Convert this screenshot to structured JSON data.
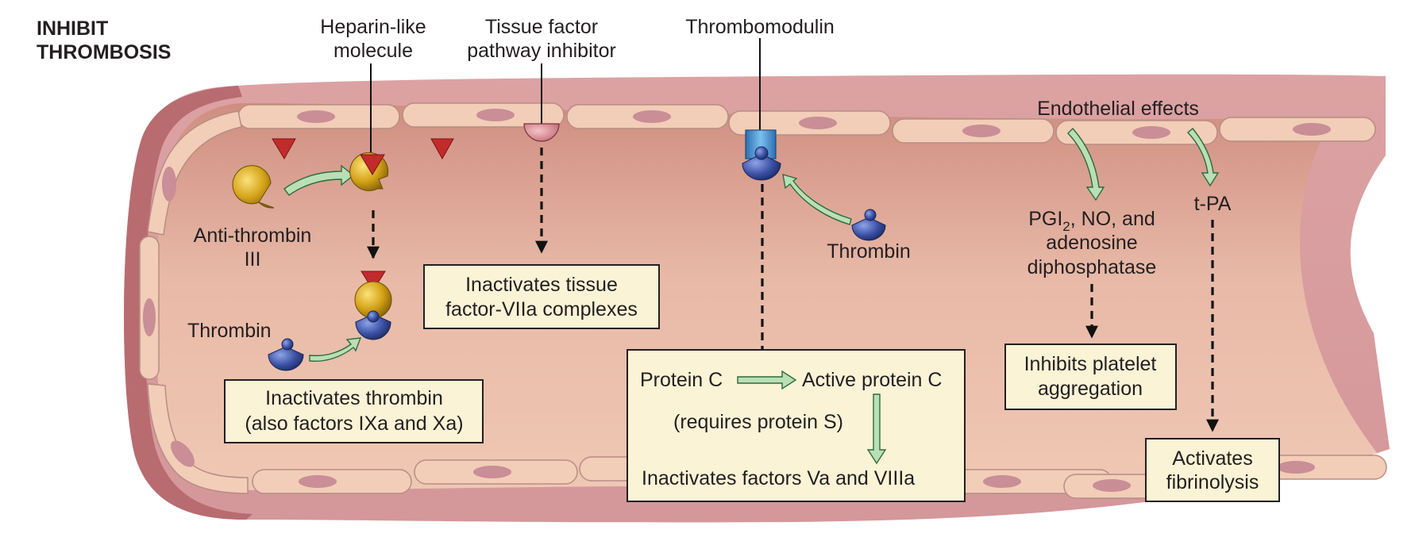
{
  "title": {
    "line1": "INHIBIT",
    "line2": "THROMBOSIS"
  },
  "labels": {
    "heparin": [
      "Heparin-like",
      "molecule"
    ],
    "tfpi": [
      "Tissue factor",
      "pathway inhibitor"
    ],
    "thrombomodulin": "Thrombomodulin",
    "endothelial_effects": "Endothelial effects",
    "antithrombin": [
      "Anti-thrombin",
      "III"
    ],
    "thrombin_left": "Thrombin",
    "thrombin_right": "Thrombin",
    "pgi2": {
      "prefix": "PGI",
      "subscript": "2",
      "suffix": ", NO, and",
      "line2": "adenosine",
      "line3": "diphosphatase"
    },
    "tpa": "t-PA",
    "protein_c": "Protein C",
    "active_protein_c": "Active protein C",
    "requires_protein_s": "(requires protein S)"
  },
  "boxes": {
    "inactivates_thrombin": [
      "Inactivates thrombin",
      "(also factors IXa and Xa)"
    ],
    "inactivates_tissue_factor": [
      "Inactivates tissue",
      "factor-VIIa complexes"
    ],
    "inactivates_factors": "Inactivates factors Va and VIIIa",
    "inhibits_platelet": [
      "Inhibits platelet",
      "aggregation"
    ],
    "activates_fibrinolysis": [
      "Activates",
      "fibrinolysis"
    ]
  },
  "colors": {
    "vessel_wall": "#d99a9a",
    "vessel_wall_dark": "#b86c70",
    "lumen": "#e6b3a3",
    "endothelial_cell": "#f2cdb8",
    "nucleus": "#c98e96",
    "box_fill": "#fbf3d6",
    "antithrombin": "#d4a418",
    "thrombin": "#3e56a8",
    "heparin": "#c22b2b",
    "thrombomodulin": "#4a8fcf",
    "green_arrow": "#b9dfb6"
  }
}
